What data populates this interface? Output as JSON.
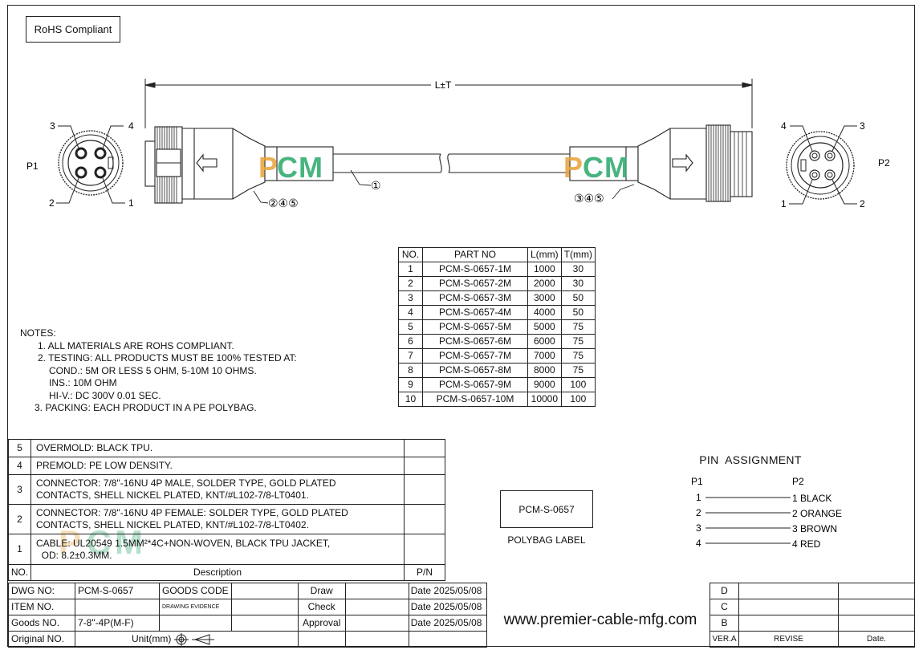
{
  "rohs_label": "RoHS Compliant",
  "diagram": {
    "length_label": "L±T",
    "p1_label": "P1",
    "p2_label": "P2",
    "p1_pins": [
      "1",
      "2",
      "3",
      "4"
    ],
    "p2_pins": [
      "1",
      "2",
      "3",
      "4"
    ],
    "callout_cable": "①",
    "callout_left": "②④⑤",
    "callout_right": "③④⑤",
    "watermark": {
      "p": "P",
      "c": "C",
      "m": "M",
      "colors": {
        "p": "#e8a23c",
        "c": "#2aa86a",
        "m": "#2aa86a"
      }
    }
  },
  "parts_table": {
    "headers": [
      "NO.",
      "PART NO",
      "L(mm)",
      "T(mm)"
    ],
    "rows": [
      [
        "1",
        "PCM-S-0657-1M",
        "1000",
        "30"
      ],
      [
        "2",
        "PCM-S-0657-2M",
        "2000",
        "30"
      ],
      [
        "3",
        "PCM-S-0657-3M",
        "3000",
        "50"
      ],
      [
        "4",
        "PCM-S-0657-4M",
        "4000",
        "50"
      ],
      [
        "5",
        "PCM-S-0657-5M",
        "5000",
        "75"
      ],
      [
        "6",
        "PCM-S-0657-6M",
        "6000",
        "75"
      ],
      [
        "7",
        "PCM-S-0657-7M",
        "7000",
        "75"
      ],
      [
        "8",
        "PCM-S-0657-8M",
        "8000",
        "75"
      ],
      [
        "9",
        "PCM-S-0657-9M",
        "9000",
        "100"
      ],
      [
        "10",
        "PCM-S-0657-10M",
        "10000",
        "100"
      ]
    ]
  },
  "notes": {
    "title": "NOTES:",
    "lines": [
      "1. ALL MATERIALS ARE ROHS COMPLIANT.",
      "2. TESTING: ALL PRODUCTS MUST BE 100% TESTED AT:",
      "COND.: 5M OR LESS 5 OHM, 5-10M 10 OHMS.",
      "INS.: 10M OHM",
      "HI-V.: DC 300V 0.01 SEC.",
      "3. PACKING: EACH PRODUCT IN A PE POLYBAG."
    ]
  },
  "bom": {
    "rows": [
      {
        "no": "5",
        "desc": [
          "OVERMOLD: BLACK TPU."
        ]
      },
      {
        "no": "4",
        "desc": [
          "PREMOLD: PE LOW DENSITY."
        ]
      },
      {
        "no": "3",
        "desc": [
          "CONNECTOR: 7/8\"-16NU 4P MALE, SOLDER TYPE, GOLD PLATED",
          "CONTACTS, SHELL NICKEL PLATED, KNT/#L102-7/8-LT0401."
        ]
      },
      {
        "no": "2",
        "desc": [
          "CONNECTOR: 7/8\"-16NU 4P FEMALE: SOLDER TYPE, GOLD PLATED",
          "CONTACTS, SHELL NICKEL PLATED, KNT/#L102-7/8-LT0402."
        ]
      },
      {
        "no": "1",
        "desc": [
          "CABLE: UL20549 1.5MM²*4C+NON-WOVEN, BLACK TPU  JACKET,",
          "  OD: 8.2±0.3MM."
        ]
      }
    ],
    "header": {
      "no": "NO.",
      "desc": "Description",
      "pn": "P/N"
    }
  },
  "polybag": {
    "box_text": "PCM-S-0657",
    "label": "POLYBAG LABEL"
  },
  "pin_assignment": {
    "title": "PIN  ASSIGNMENT",
    "p1": "P1",
    "p2": "P2",
    "rows": [
      {
        "p1": "1",
        "p2": "1 BLACK"
      },
      {
        "p1": "2",
        "p2": "2 ORANGE"
      },
      {
        "p1": "3",
        "p2": "3 BROWN"
      },
      {
        "p1": "4",
        "p2": "4 RED"
      }
    ]
  },
  "title_block": {
    "dwg_no_label": "DWG NO:",
    "dwg_no": "PCM-S-0657",
    "goods_code_label": "GOODS CODE",
    "drawing_evidence_label": "DRAWING EVIDENCE",
    "item_no_label": "ITEM NO.",
    "goods_no_label": "Goods NO.",
    "goods_no": "7-8\"-4P(M-F)",
    "original_no_label": "Original NO.",
    "unit_label": "Unit(mm)",
    "draw_label": "Draw",
    "check_label": "Check",
    "approval_label": "Approval",
    "date_label": "Date",
    "draw_date": "2025/05/08",
    "check_date": "2025/05/08",
    "approval_date": "2025/05/08",
    "website": "www.premier-cable-mfg.com"
  },
  "revision": {
    "rows": [
      "D",
      "C",
      "B"
    ],
    "ver_label": "VER.A",
    "revise_label": "REVISE",
    "date_label": "Date."
  }
}
